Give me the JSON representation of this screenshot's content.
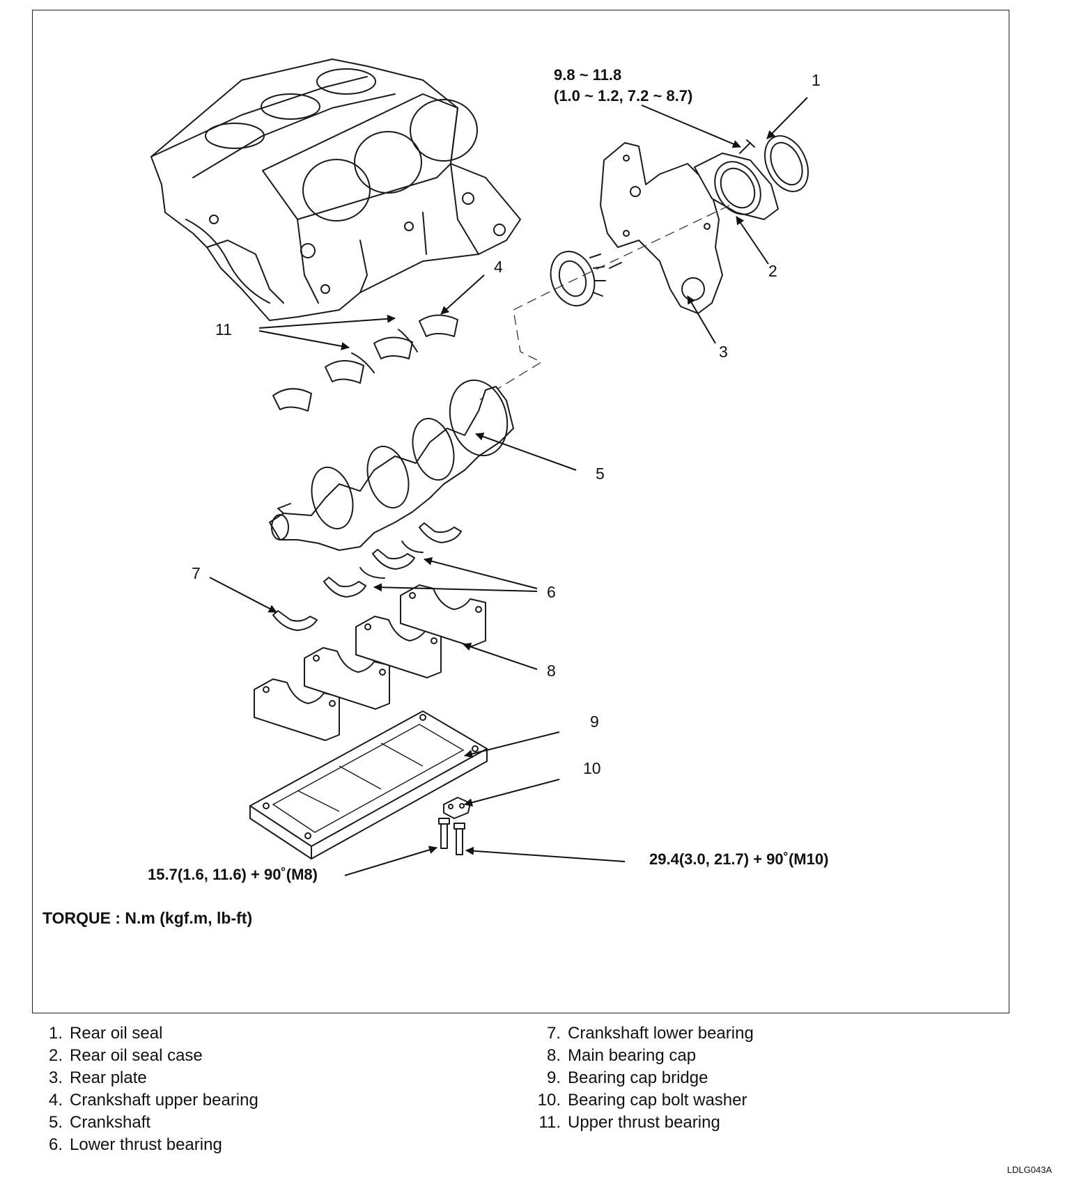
{
  "torque_specs": {
    "rear_seal_bolt": {
      "line1": "9.8 ~ 11.8",
      "line2": "(1.0 ~ 1.2, 7.2 ~ 8.7)"
    },
    "m8_bolt": "15.7(1.6, 11.6) + 90˚(M8)",
    "m10_bolt": "29.4(3.0, 21.7) + 90˚(M10)"
  },
  "torque_unit": "TORQUE : N.m (kgf.m, lb-ft)",
  "callouts": [
    "1",
    "2",
    "3",
    "4",
    "5",
    "6",
    "7",
    "8",
    "9",
    "10",
    "11"
  ],
  "legend": [
    {
      "num": "1.",
      "label": "Rear oil seal"
    },
    {
      "num": "2.",
      "label": "Rear oil seal case"
    },
    {
      "num": "3.",
      "label": "Rear plate"
    },
    {
      "num": "4.",
      "label": "Crankshaft upper bearing"
    },
    {
      "num": "5.",
      "label": "Crankshaft"
    },
    {
      "num": "6.",
      "label": "Lower thrust bearing"
    },
    {
      "num": "7.",
      "label": "Crankshaft lower bearing"
    },
    {
      "num": "8.",
      "label": "Main bearing cap"
    },
    {
      "num": "9.",
      "label": "Bearing cap bridge"
    },
    {
      "num": "10.",
      "label": "Bearing cap bolt washer"
    },
    {
      "num": "11.",
      "label": "Upper thrust bearing"
    }
  ],
  "figure_code": "LDLG043A"
}
